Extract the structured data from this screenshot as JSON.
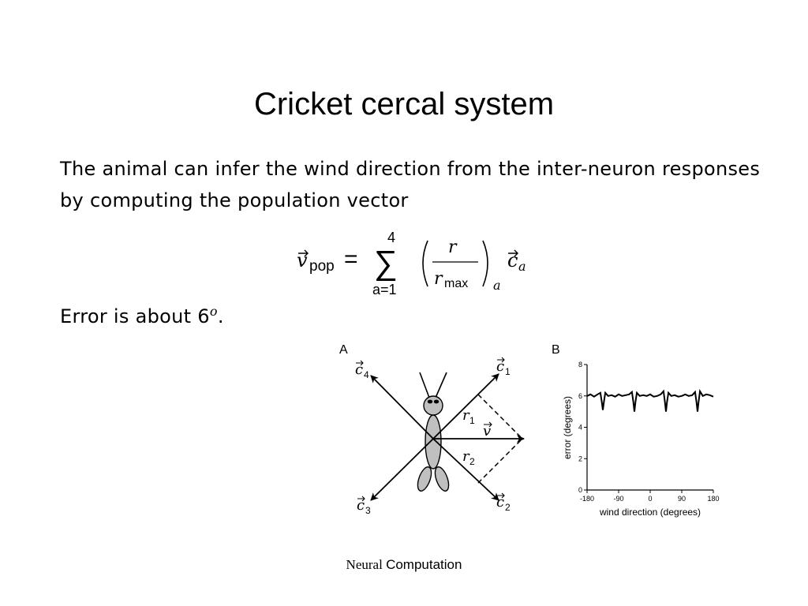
{
  "slide": {
    "title": "Cricket cercal system",
    "paragraph": "The animal can infer the wind direction from the inter-neuron responses by computing the population vector",
    "error_text": "Error is about 6",
    "error_sup": "o",
    "error_end": "."
  },
  "equation": {
    "lhs_var": "v",
    "lhs_sub": "pop",
    "equals": "=",
    "sum_upper": "4",
    "sum_lower": "a=1",
    "sum_symbol": "∑",
    "numerator": "r",
    "denom_var": "r",
    "denom_sub": "max",
    "paren_sub": "a",
    "rhs_var": "c",
    "rhs_sub": "a"
  },
  "figure_a": {
    "panel_label": "A",
    "c1_label": "c",
    "c1_sub": "1",
    "c2_label": "c",
    "c2_sub": "2",
    "c3_label": "c",
    "c3_sub": "3",
    "c4_label": "c",
    "c4_sub": "4",
    "r1_label": "r",
    "r1_sub": "1",
    "r2_label": "r",
    "r2_sub": "2",
    "v_label": "v"
  },
  "figure_b": {
    "panel_label": "B",
    "chart_data": {
      "type": "line",
      "title": "",
      "xlabel": "wind direction (degrees)",
      "ylabel": "error (degrees)",
      "xlim": [
        -180,
        180
      ],
      "ylim": [
        0,
        8
      ],
      "xticks": [
        "-180",
        "-90",
        "0",
        "90",
        "180"
      ],
      "xtick_values": [
        -180,
        -90,
        0,
        90,
        180
      ],
      "yticks": [
        "0",
        "2",
        "4",
        "6",
        "8"
      ],
      "ytick_values": [
        0,
        2,
        4,
        6,
        8
      ],
      "grid": false,
      "series": [
        {
          "x": [
            -180,
            -170,
            -160,
            -150,
            -142,
            -138,
            -135,
            -132,
            -128,
            -120,
            -110,
            -100,
            -90,
            -80,
            -70,
            -60,
            -52,
            -48,
            -45,
            -42,
            -38,
            -30,
            -20,
            -10,
            0,
            10,
            20,
            30,
            38,
            42,
            45,
            48,
            52,
            60,
            70,
            80,
            90,
            100,
            110,
            120,
            128,
            132,
            135,
            138,
            142,
            150,
            160,
            170,
            180
          ],
          "values": [
            6.0,
            6.1,
            5.95,
            6.1,
            6.2,
            5.6,
            5.1,
            5.6,
            6.2,
            6.0,
            6.05,
            5.95,
            6.1,
            6.0,
            6.05,
            6.1,
            6.25,
            5.6,
            5.0,
            5.6,
            6.2,
            6.0,
            6.05,
            6.0,
            6.1,
            5.95,
            6.0,
            6.1,
            6.3,
            5.6,
            5.0,
            5.6,
            6.2,
            6.0,
            6.05,
            5.95,
            6.0,
            6.1,
            6.0,
            6.05,
            6.25,
            5.6,
            5.0,
            5.6,
            6.3,
            6.0,
            6.1,
            6.05,
            5.95
          ]
        }
      ]
    }
  },
  "footer": {
    "part1": "Neural",
    "part2": "Computation"
  },
  "colors": {
    "body_fill": "#c0c0c0",
    "ink": "#000000"
  }
}
